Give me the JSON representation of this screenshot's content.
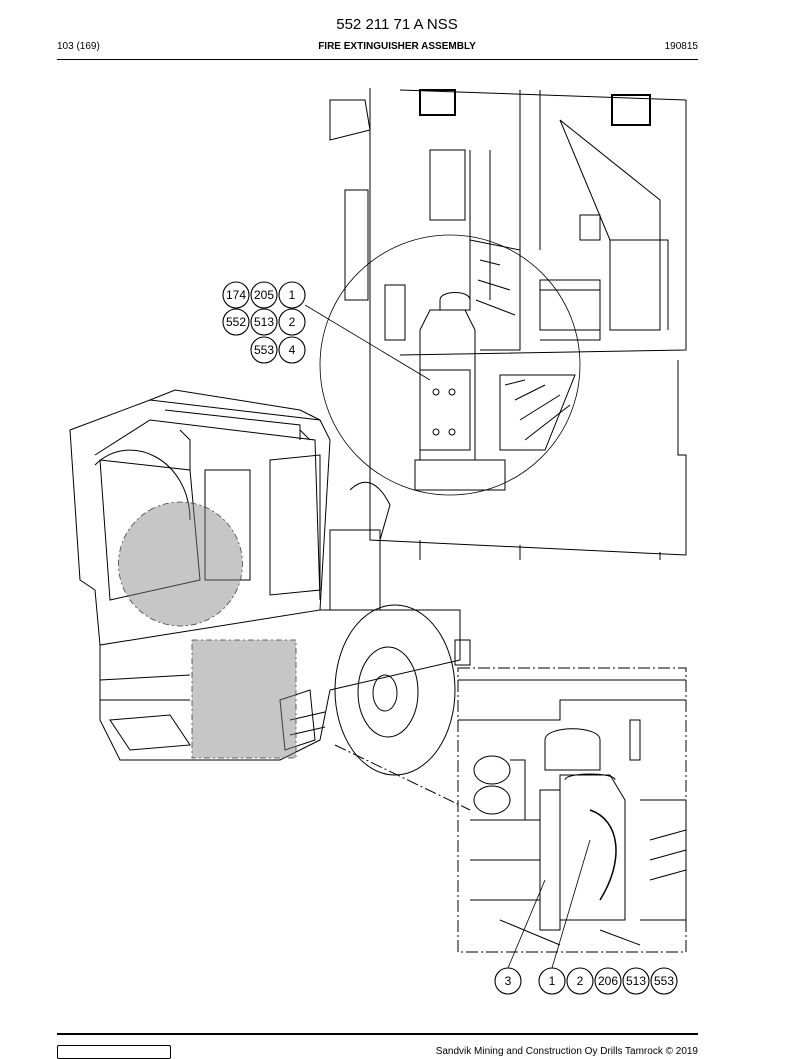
{
  "header": {
    "doc_number": "552 211 71 A NSS",
    "page": "103 (169)",
    "section_title": "FIRE EXTINGUISHER ASSEMBLY",
    "date": "190815"
  },
  "callouts_top": {
    "row1": [
      "174",
      "205",
      "1"
    ],
    "row2": [
      "552",
      "513",
      "2"
    ],
    "row3": [
      "553",
      "4"
    ]
  },
  "callouts_bottom": [
    "3",
    "1",
    "2",
    "206",
    "513",
    "553"
  ],
  "footer": {
    "copyright": "Sandvik Mining and Construction Oy Drills Tamrock © 2019"
  }
}
